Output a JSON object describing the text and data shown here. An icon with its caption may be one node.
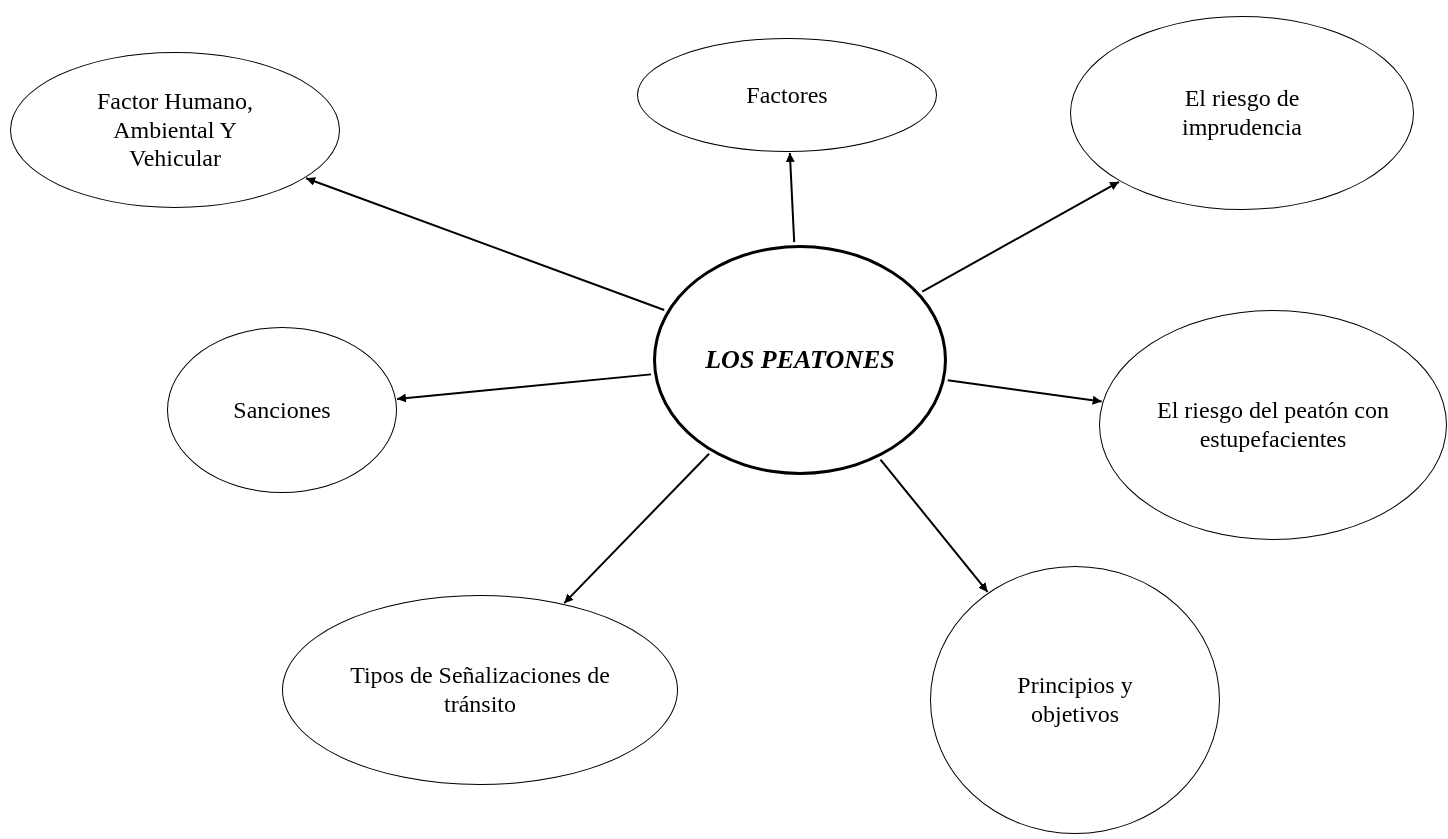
{
  "diagram": {
    "nodes": [
      {
        "text": [
          "Factor Humano, Ambiental Y Vehicular"
        ]
      },
      {
        "text": [
          "Factores"
        ]
      },
      {
        "text": [
          "El riesgo de imprudencia"
        ]
      },
      {
        "text": [
          "LOS PEATONES"
        ]
      },
      {
        "text": [
          "Sanciones"
        ]
      },
      {
        "text": [
          "El riesgo del peatón con estupefacientes"
        ]
      },
      {
        "text": [
          "Tipos de Señalizaciones de tránsito"
        ]
      },
      {
        "text": [
          "Principios y objetivos"
        ]
      }
    ],
    "edges": [
      {
        "from": 3,
        "to": 0,
        "arrow": "to"
      },
      {
        "from": 3,
        "to": 1,
        "arrow": "to"
      },
      {
        "from": 3,
        "to": 2,
        "arrow": "to"
      },
      {
        "from": 3,
        "to": 4,
        "arrow": "to"
      },
      {
        "from": 3,
        "to": 5,
        "arrow": "to"
      },
      {
        "from": 3,
        "to": 6,
        "arrow": "to"
      },
      {
        "from": 3,
        "to": 7,
        "arrow": "to"
      }
    ]
  }
}
